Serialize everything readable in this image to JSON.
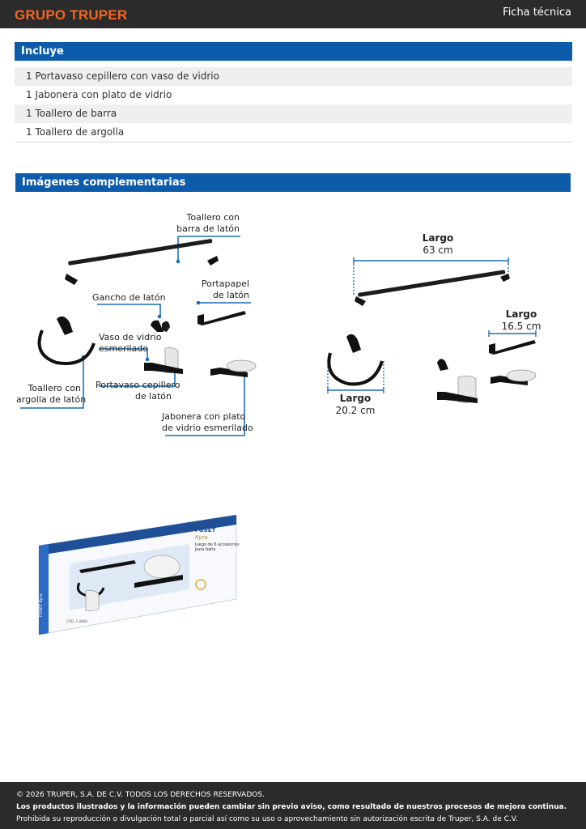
{
  "header": {
    "brand": "GRUPO TRUPER",
    "doc_type": "Ficha técnica"
  },
  "incluye": {
    "title": "Incluye",
    "items": [
      "1 Portavaso cepillero con vaso de vidrio",
      "1 Jabonera con plato de vidrio",
      "1 Toallero de barra",
      "1 Toallero de argolla"
    ]
  },
  "imagenes": {
    "title": "Imágenes complementarias",
    "callouts": {
      "toallero_barra": [
        "Toallero con",
        "barra de latón"
      ],
      "portapapel": [
        "Portapapel",
        "de latón"
      ],
      "gancho": "Gancho de latón",
      "vaso": [
        "Vaso de vidrio",
        "esmerilado"
      ],
      "toallero_argolla": [
        "Toallero con",
        "argolla de latón"
      ],
      "portavaso": [
        "Portavaso cepillero",
        "de latón"
      ],
      "jabonera": [
        "Jabonera con plato",
        "de vidrio esmerilado"
      ]
    },
    "dimensions": {
      "bar": {
        "label": "Largo",
        "value": "63 cm"
      },
      "paper": {
        "label": "Largo",
        "value": "16.5 cm"
      },
      "ring": {
        "label": "Largo",
        "value": "20.2 cm"
      }
    }
  },
  "package": {
    "brand": "FOSET",
    "line": "Kyra",
    "desc_1": "Juego de 6 accesorios",
    "desc_2": "para baño",
    "side": "FOSET Kyra",
    "code": "CÓD. 1-4800"
  },
  "footer": {
    "line1": "© 2026 TRUPER, S.A. DE C.V. TODOS LOS DERECHOS RESERVADOS.",
    "line2": "Los productos ilustrados y la información pueden cambiar sin previo aviso, como resultado de nuestros procesos de mejora continua.",
    "line3": "Prohibida su reproducción o divulgación total o parcial así como su uso o aprovechamiento sin autorización escrita de Truper, S.A. de C.V."
  },
  "colors": {
    "brand_orange": "#f26522",
    "section_blue": "#0c5cab",
    "callout_blue": "#1a6fb5",
    "dark_bar": "#2b2b2b"
  }
}
